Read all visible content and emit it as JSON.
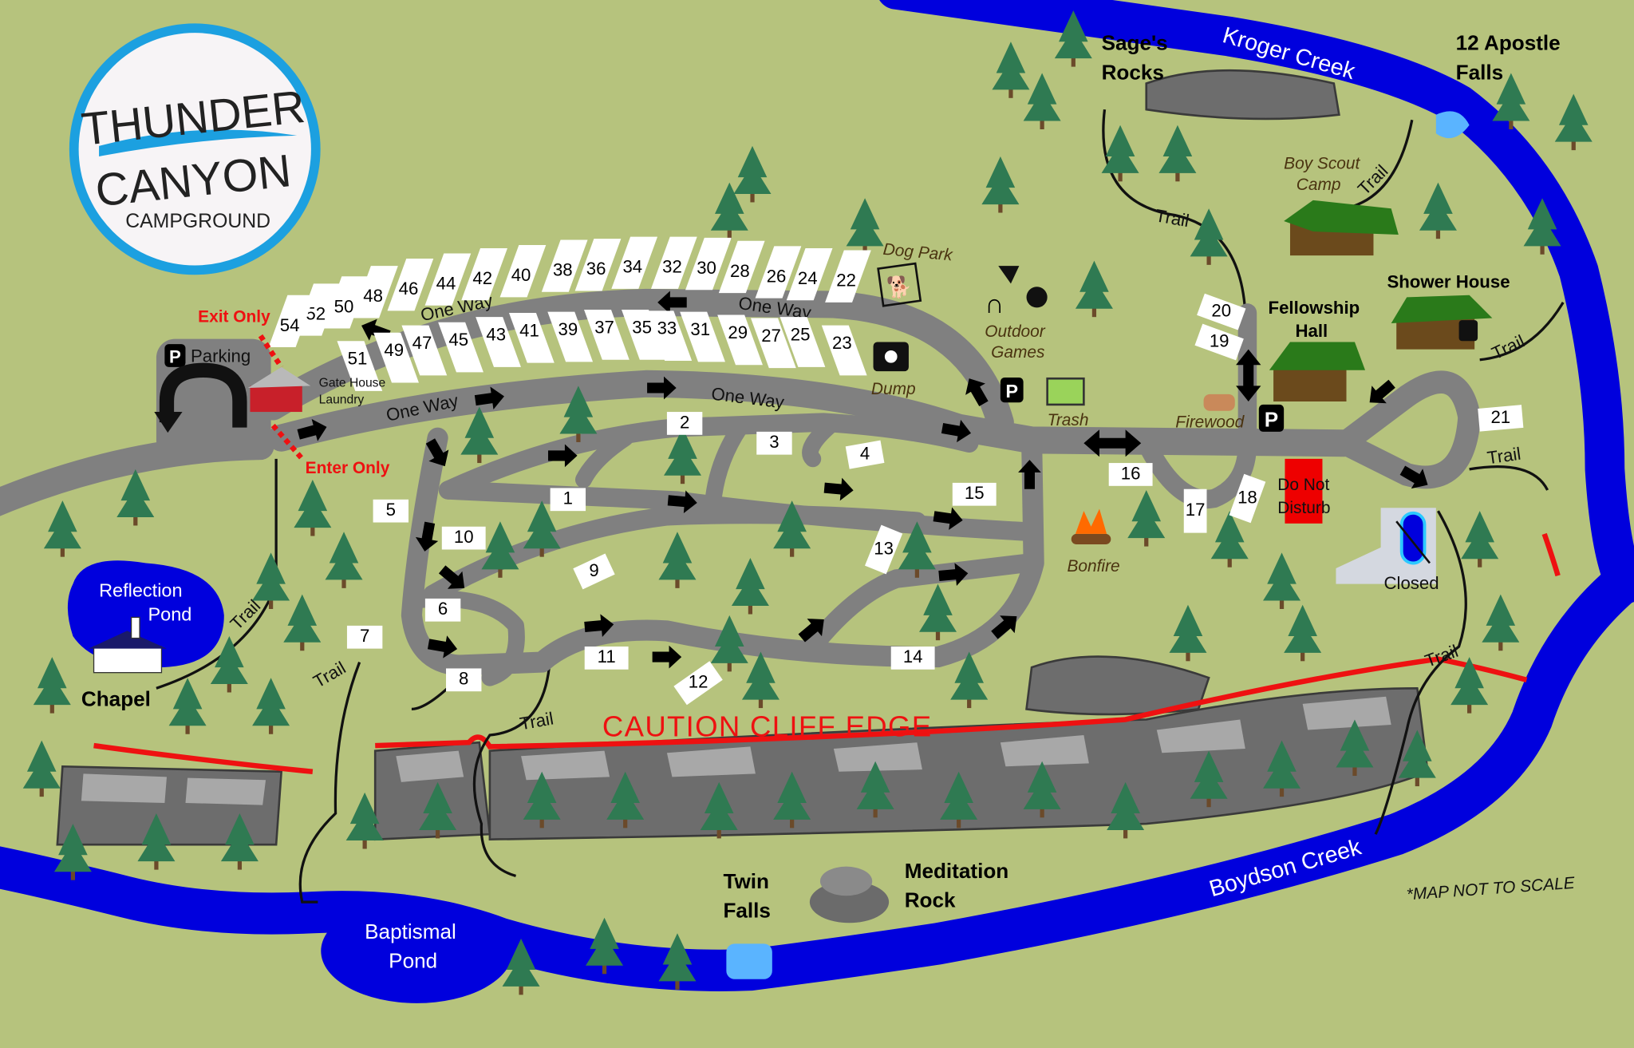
{
  "logo": {
    "line1": "THUNDER",
    "line2": "CANYON",
    "line3": "CAMPGROUND"
  },
  "colors": {
    "grass": "#b6c37d",
    "road": "#808080",
    "water": "#0000dd",
    "caution": "#ee1111",
    "logo_ring": "#1ca0e0"
  },
  "creeks": {
    "kroger": "Kroger Creek",
    "boydson": "Boydson Creek"
  },
  "places": {
    "sages_rocks_1": "Sage's",
    "sages_rocks_2": "Rocks",
    "apostle_falls_1": "12 Apostle",
    "apostle_falls_2": "Falls",
    "boy_scout_1": "Boy Scout",
    "boy_scout_2": "Camp",
    "shower_house": "Shower House",
    "fellowship_1": "Fellowship",
    "fellowship_2": "Hall",
    "dog_park": "Dog Park",
    "outdoor_games_1": "Outdoor",
    "outdoor_games_2": "Games",
    "dump": "Dump",
    "trash": "Trash",
    "firewood": "Firewood",
    "bonfire": "Bonfire",
    "do_not_disturb_1": "Do Not",
    "do_not_disturb_2": "Disturb",
    "closed": "Closed",
    "reflection_pond_1": "Reflection",
    "reflection_pond_2": "Pond",
    "chapel": "Chapel",
    "baptismal_pond_1": "Baptismal",
    "baptismal_pond_2": "Pond",
    "twin_falls_1": "Twin",
    "twin_falls_2": "Falls",
    "meditation_rock_1": "Meditation",
    "meditation_rock_2": "Rock",
    "parking": "Parking",
    "gate_house": "Gate House",
    "laundry": "Laundry",
    "parking_letter": "P"
  },
  "signs": {
    "exit_only": "Exit Only",
    "enter_only": "Enter Only",
    "one_way": "One Way",
    "caution": "CAUTION CLIFF EDGE",
    "not_to_scale": "*MAP NOT TO SCALE",
    "trail": "Trail"
  },
  "sites": [
    "1",
    "2",
    "3",
    "4",
    "5",
    "6",
    "7",
    "8",
    "9",
    "10",
    "11",
    "12",
    "13",
    "14",
    "15",
    "16",
    "17",
    "18",
    "19",
    "20",
    "21",
    "22",
    "24",
    "26",
    "28",
    "30",
    "32",
    "34",
    "36",
    "38",
    "40",
    "42",
    "44",
    "46",
    "48",
    "50",
    "52",
    "54",
    "23",
    "25",
    "27",
    "29",
    "31",
    "33",
    "35",
    "37",
    "39",
    "41",
    "43",
    "45",
    "47",
    "49",
    "51"
  ]
}
